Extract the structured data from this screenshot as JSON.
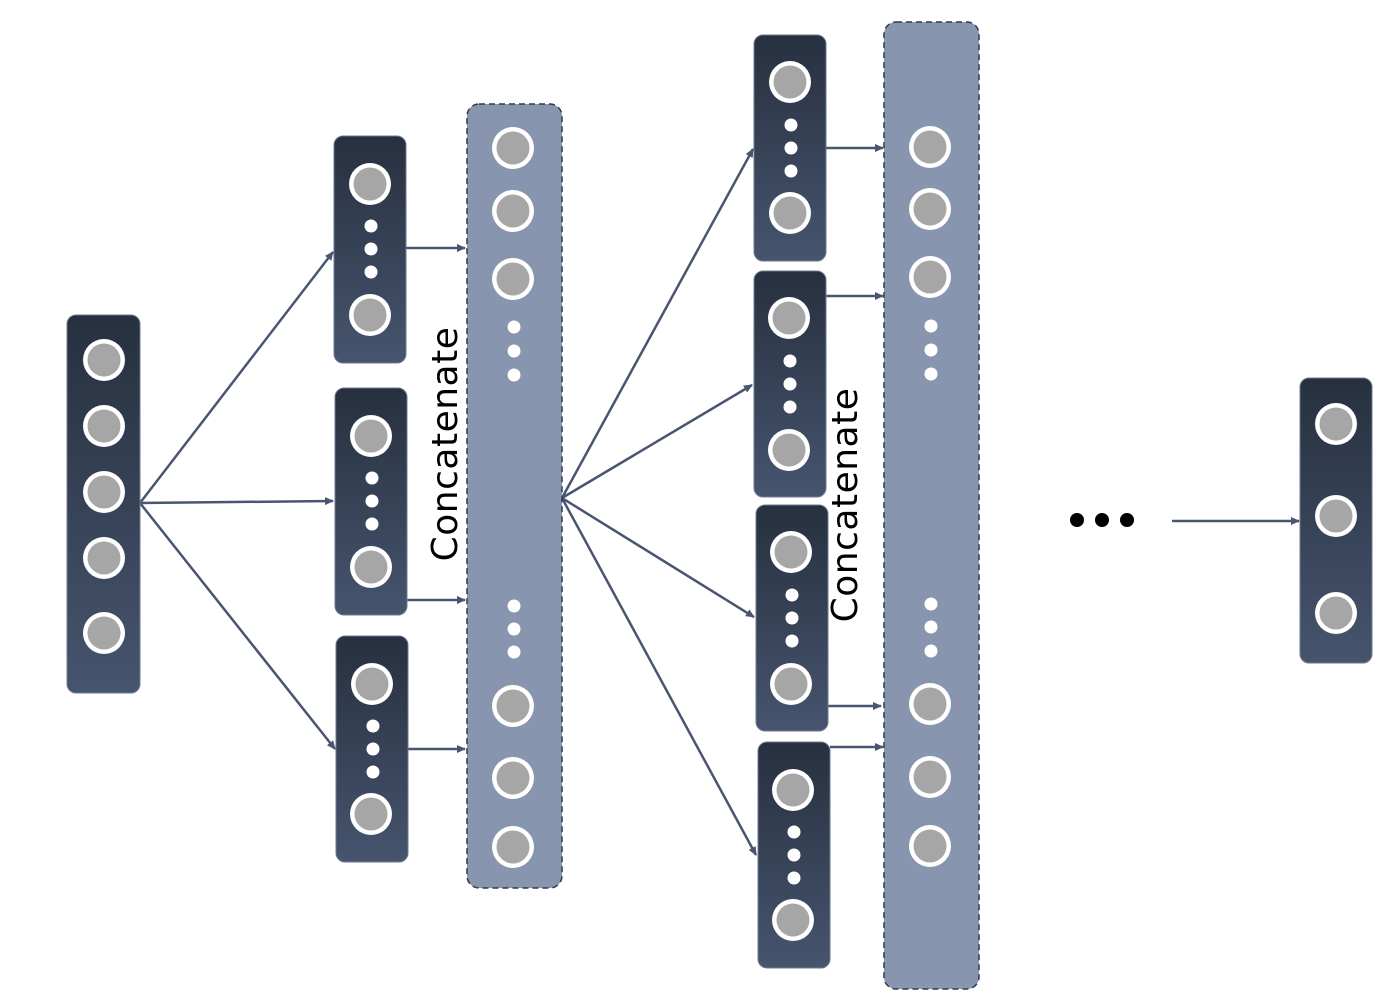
{
  "labels": {
    "concat_1": "Concatenate",
    "concat_2": "Concatenate"
  },
  "colors": {
    "background": "#ffffff",
    "layer_top": "#27303f",
    "layer_bottom": "#46546e",
    "concat_fill": "#8796ae",
    "node_fill": "#a6a6a6",
    "node_ring": "#ffffff",
    "arrow": "#4a5670",
    "ellipsis": "#000000"
  },
  "icons": {
    "node": "circle-node",
    "ellipsis": "three-dots"
  },
  "structure": {
    "input_layer_nodes": 5,
    "stage_1_branches": 3,
    "stage_2_branches": 4,
    "output_layer_nodes": 3
  }
}
